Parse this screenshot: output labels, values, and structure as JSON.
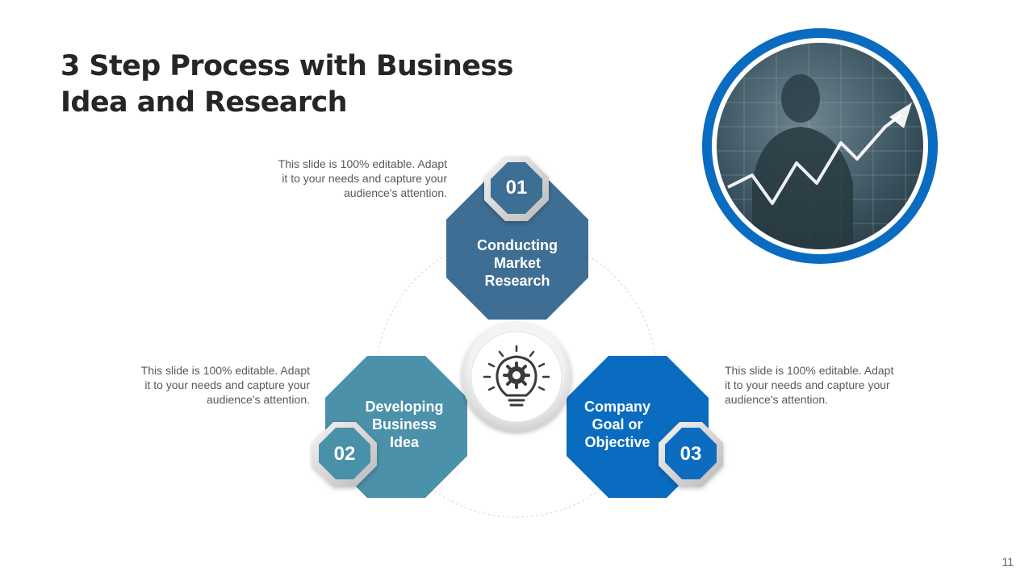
{
  "slide": {
    "title_line1": "3 Step Process with Business",
    "title_line2": "Idea and Research",
    "page_number": "11"
  },
  "steps": [
    {
      "number": "01",
      "label_lines": [
        "Conducting",
        "Market",
        "Research"
      ],
      "description_lines": [
        "This slide is 100% editable.  Adapt",
        "it to your needs and capture your",
        "audience's attention."
      ],
      "color": "#3E6E93"
    },
    {
      "number": "02",
      "label_lines": [
        "Developing",
        "Business",
        "Idea"
      ],
      "description_lines": [
        "This slide is 100% editable.  Adapt",
        "it to your needs and capture your",
        "audience's attention."
      ],
      "color": "#4A91A9"
    },
    {
      "number": "03",
      "label_lines": [
        "Company",
        "Goal or",
        "Objective"
      ],
      "description_lines": [
        "This slide is 100% editable.  Adapt",
        "it to your needs and capture your",
        "audience's attention."
      ],
      "color": "#0A6CC0"
    }
  ],
  "icons": {
    "center": "lightbulb-gear-icon",
    "photo": "stock-chart-photo"
  },
  "colors": {
    "photo_ring": "#0A6CC0",
    "title_text": "#262626",
    "body_text": "#595959"
  }
}
